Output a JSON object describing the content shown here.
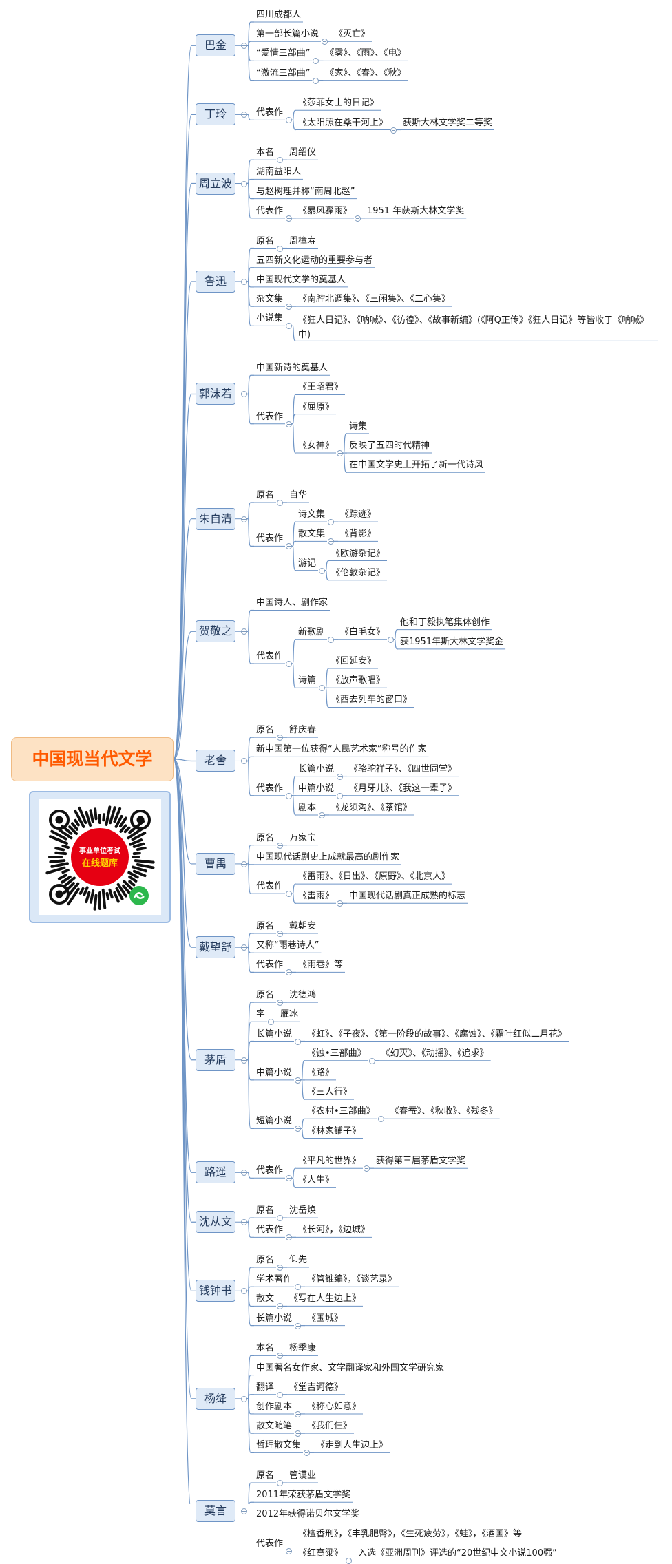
{
  "root": {
    "title": "中国现当代文学"
  },
  "qr": {
    "line1": "事业单位考试",
    "line2": "在线题库"
  },
  "colors": {
    "root_bg": "#fde2c4",
    "root_text": "#ff5a00",
    "node_bg": "#dfeaf7",
    "node_border": "#6f95c6",
    "line": "#6f95c6",
    "qr_red": "#e60012",
    "qr_green": "#2db84d"
  },
  "authors": [
    {
      "name": "巴金",
      "items": [
        {
          "t": "四川成都人"
        },
        {
          "t": "第一部长篇小说",
          "c": [
            {
              "t": "《灭亡》"
            }
          ]
        },
        {
          "t": "“爱情三部曲”",
          "c": [
            {
              "t": "《雾》、《雨》、《电》"
            }
          ]
        },
        {
          "t": "“激流三部曲”",
          "c": [
            {
              "t": "《家》、《春》、《秋》"
            }
          ]
        }
      ]
    },
    {
      "name": "丁玲",
      "items": [
        {
          "t": "代表作",
          "c": [
            {
              "t": "《莎菲女士的日记》"
            },
            {
              "t": "《太阳照在桑干河上》",
              "c": [
                {
                  "t": "获斯大林文学奖二等奖"
                }
              ]
            }
          ]
        }
      ]
    },
    {
      "name": "周立波",
      "items": [
        {
          "t": "本名",
          "c": [
            {
              "t": "周绍仪"
            }
          ]
        },
        {
          "t": "湖南益阳人"
        },
        {
          "t": "与赵树理并称“南周北赵”"
        },
        {
          "t": "代表作",
          "c": [
            {
              "t": "《暴风骤雨》",
              "c": [
                {
                  "t": "1951 年获斯大林文学奖"
                }
              ]
            }
          ]
        }
      ]
    },
    {
      "name": "鲁迅",
      "items": [
        {
          "t": "原名",
          "c": [
            {
              "t": "周樟寿"
            }
          ]
        },
        {
          "t": "五四新文化运动的重要参与者"
        },
        {
          "t": "中国现代文学的奠基人"
        },
        {
          "t": "杂文集",
          "c": [
            {
              "t": "《南腔北调集》、《三闲集》、《二心集》"
            }
          ]
        },
        {
          "t": "小说集",
          "c": [
            {
              "t": "《狂人日记》、《呐喊》、《彷徨》、《故事新编》(《阿Q正传》《狂人日记》等皆收于《呐喊》中)",
              "wrap": true
            }
          ]
        }
      ]
    },
    {
      "name": "郭沫若",
      "items": [
        {
          "t": "中国新诗的奠基人"
        },
        {
          "t": "代表作",
          "c": [
            {
              "t": "《王昭君》"
            },
            {
              "t": "《屈原》"
            },
            {
              "t": "《女神》",
              "c": [
                {
                  "t": "诗集"
                },
                {
                  "t": "反映了五四时代精神"
                },
                {
                  "t": "在中国文学史上开拓了新一代诗风"
                }
              ]
            }
          ]
        }
      ]
    },
    {
      "name": "朱自清",
      "items": [
        {
          "t": "原名",
          "c": [
            {
              "t": "自华"
            }
          ]
        },
        {
          "t": "代表作",
          "c": [
            {
              "t": "诗文集",
              "c": [
                {
                  "t": "《踪迹》"
                }
              ]
            },
            {
              "t": "散文集",
              "c": [
                {
                  "t": "《背影》"
                }
              ]
            },
            {
              "t": "游记",
              "c": [
                {
                  "t": "《欧游杂记》"
                },
                {
                  "t": "《伦敦杂记》"
                }
              ]
            }
          ]
        }
      ]
    },
    {
      "name": "贺敬之",
      "items": [
        {
          "t": "中国诗人、剧作家"
        },
        {
          "t": "代表作",
          "c": [
            {
              "t": "新歌剧",
              "c": [
                {
                  "t": "《白毛女》",
                  "c": [
                    {
                      "t": "他和丁毅执笔集体创作"
                    },
                    {
                      "t": "获1951年斯大林文学奖金"
                    }
                  ]
                }
              ]
            },
            {
              "t": "诗篇",
              "c": [
                {
                  "t": "《回延安》"
                },
                {
                  "t": "《放声歌唱》"
                },
                {
                  "t": "《西去列车的窗口》"
                }
              ]
            }
          ]
        }
      ]
    },
    {
      "name": "老舍",
      "items": [
        {
          "t": "原名",
          "c": [
            {
              "t": "舒庆春"
            }
          ]
        },
        {
          "t": "新中国第一位获得“人民艺术家”称号的作家"
        },
        {
          "t": "代表作",
          "c": [
            {
              "t": "长篇小说",
              "c": [
                {
                  "t": "《骆驼祥子》、《四世同堂》"
                }
              ]
            },
            {
              "t": "中篇小说",
              "c": [
                {
                  "t": "《月牙儿》、《我这一辈子》"
                }
              ]
            },
            {
              "t": "剧本",
              "c": [
                {
                  "t": "《龙须沟》、《茶馆》"
                }
              ]
            }
          ]
        }
      ]
    },
    {
      "name": "曹禺",
      "items": [
        {
          "t": "原名",
          "c": [
            {
              "t": "万家宝"
            }
          ]
        },
        {
          "t": "中国现代话剧史上成就最高的剧作家"
        },
        {
          "t": "代表作",
          "c": [
            {
              "t": "《雷雨》、《日出》、《原野》、《北京人》"
            },
            {
              "t": "《雷雨》",
              "c": [
                {
                  "t": "中国现代话剧真正成熟的标志"
                }
              ]
            }
          ]
        }
      ]
    },
    {
      "name": "戴望舒",
      "items": [
        {
          "t": "原名",
          "c": [
            {
              "t": "戴朝安"
            }
          ]
        },
        {
          "t": "又称“雨巷诗人”"
        },
        {
          "t": "代表作",
          "c": [
            {
              "t": "《雨巷》等"
            }
          ]
        }
      ]
    },
    {
      "name": "茅盾",
      "items": [
        {
          "t": "原名",
          "c": [
            {
              "t": "沈德鸿"
            }
          ]
        },
        {
          "t": "字",
          "c": [
            {
              "t": "雁冰"
            }
          ]
        },
        {
          "t": "长篇小说",
          "c": [
            {
              "t": "《虹》、《子夜》、《第一阶段的故事》、《腐蚀》、《霜叶红似二月花》"
            }
          ]
        },
        {
          "t": "中篇小说",
          "c": [
            {
              "t": "《蚀•三部曲》",
              "c": [
                {
                  "t": "《幻灭》、《动摇》、《追求》"
                }
              ]
            },
            {
              "t": "《路》"
            },
            {
              "t": "《三人行》"
            }
          ]
        },
        {
          "t": "短篇小说",
          "c": [
            {
              "t": "《农村•三部曲》",
              "c": [
                {
                  "t": "《春蚕》、《秋收》、《残冬》"
                }
              ]
            },
            {
              "t": "《林家铺子》"
            }
          ]
        }
      ]
    },
    {
      "name": "路遥",
      "items": [
        {
          "t": "代表作",
          "c": [
            {
              "t": "《平凡的世界》",
              "c": [
                {
                  "t": "获得第三届茅盾文学奖"
                }
              ]
            },
            {
              "t": "《人生》"
            }
          ]
        }
      ]
    },
    {
      "name": "沈从文",
      "items": [
        {
          "t": "原名",
          "c": [
            {
              "t": "沈岳焕"
            }
          ]
        },
        {
          "t": "代表作",
          "c": [
            {
              "t": "《长河》，《边城》"
            }
          ]
        }
      ]
    },
    {
      "name": "钱钟书",
      "items": [
        {
          "t": "原名",
          "c": [
            {
              "t": "仰先"
            }
          ]
        },
        {
          "t": "学术著作",
          "c": [
            {
              "t": "《管锥编》，《谈艺录》"
            }
          ]
        },
        {
          "t": "散文",
          "c": [
            {
              "t": "《写在人生边上》"
            }
          ]
        },
        {
          "t": "长篇小说",
          "c": [
            {
              "t": "《围城》"
            }
          ]
        }
      ]
    },
    {
      "name": "杨绛",
      "items": [
        {
          "t": "本名",
          "c": [
            {
              "t": "杨季康"
            }
          ]
        },
        {
          "t": "中国著名女作家、文学翻译家和外国文学研究家"
        },
        {
          "t": "翻译",
          "c": [
            {
              "t": "《堂吉诃德》"
            }
          ]
        },
        {
          "t": "创作剧本",
          "c": [
            {
              "t": "《称心如意》"
            }
          ]
        },
        {
          "t": "散文随笔",
          "c": [
            {
              "t": "《我们仨》"
            }
          ]
        },
        {
          "t": "哲理散文集",
          "c": [
            {
              "t": "《走到人生边上》"
            }
          ]
        }
      ]
    },
    {
      "name": "莫言",
      "items": [
        {
          "t": "原名",
          "c": [
            {
              "t": "管谟业"
            }
          ]
        },
        {
          "t": "2011年荣获茅盾文学奖"
        },
        {
          "t": "2012年获得诺贝尔文学奖"
        },
        {
          "t": "代表作",
          "c": [
            {
              "t": "《檀香刑》，《丰乳肥臀》，《生死疲劳》，《蛙》，《酒国》等"
            },
            {
              "t": "《红高粱》",
              "c": [
                {
                  "t": "入选《亚洲周刊》评选的“20世纪中文小说100强”"
                }
              ]
            }
          ]
        }
      ]
    }
  ]
}
